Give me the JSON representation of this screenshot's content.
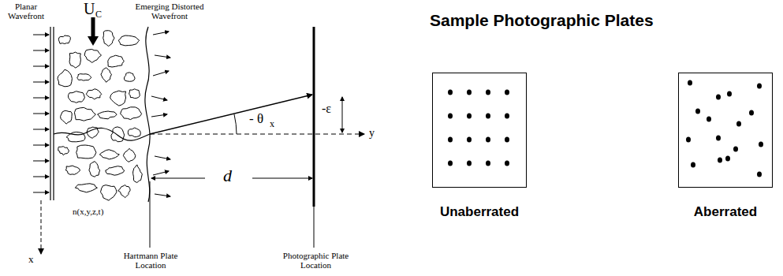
{
  "diagram": {
    "title": "Sample Photographic Plates",
    "nodes": [
      {
        "text": [
          "Unaberrated"
        ]
      },
      {
        "text": [
          "Aberrated"
        ]
      }
    ],
    "labels": [
      "Planar Wavefront",
      "U",
      "C",
      "Emerging Distorted Wavefront",
      "n(x,y,z,t)",
      "x",
      "Hartmann Plate Location",
      "- θ",
      "x",
      "-ε",
      "d",
      "Photographic Plate Location",
      "y"
    ]
  }
}
